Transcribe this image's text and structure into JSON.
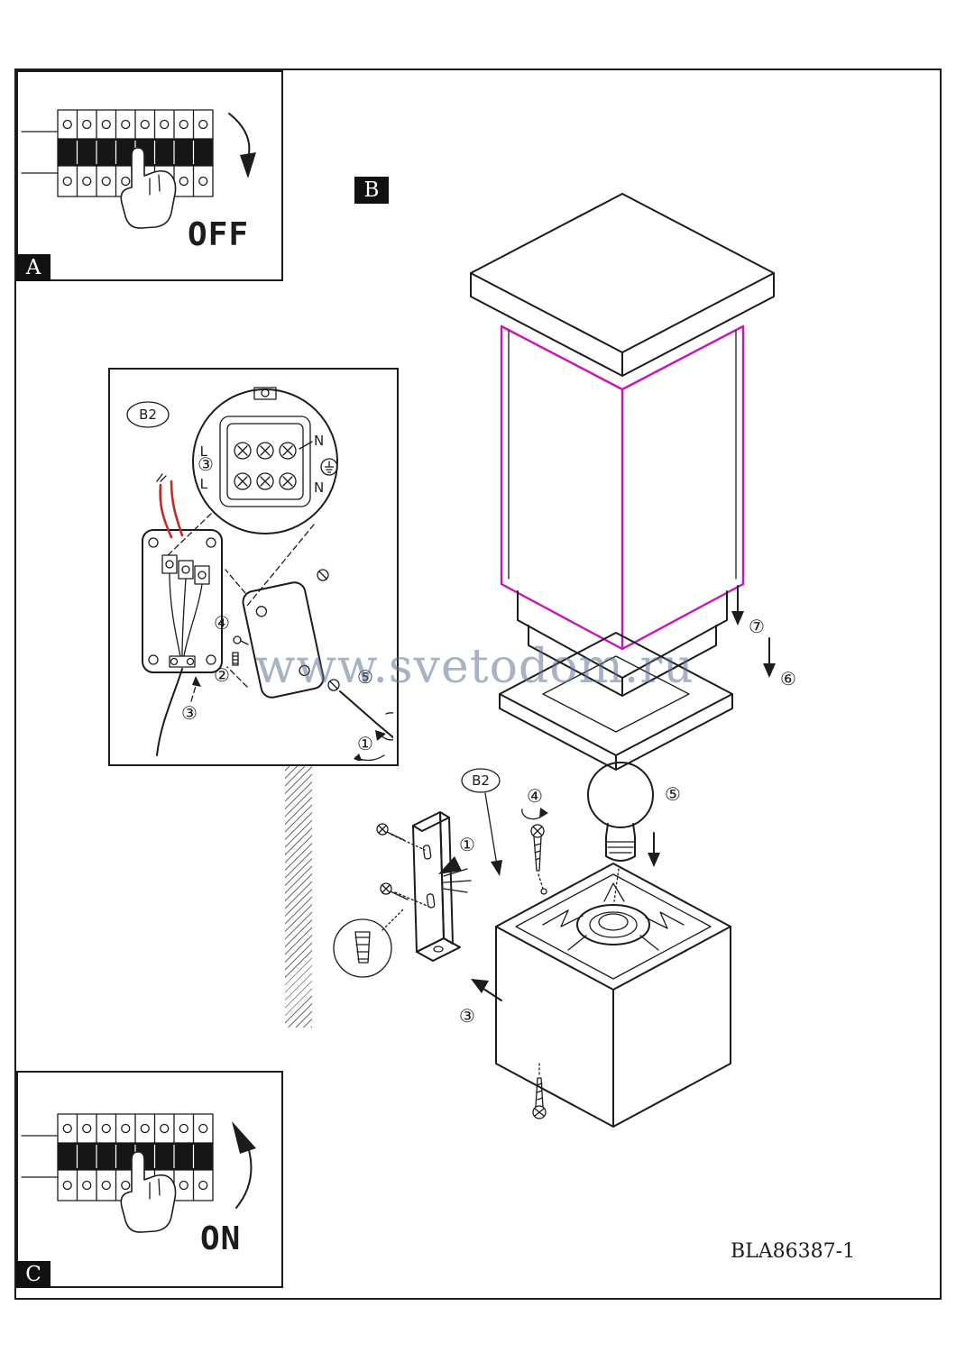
{
  "doc": {
    "watermark": "www.svetodom.ru",
    "part_code": "BLA86387-1"
  },
  "panels": {
    "a": {
      "label": "A",
      "caption": "OFF"
    },
    "b": {
      "label": "B",
      "steps": {
        "s6": "⑥",
        "s7": "⑦"
      }
    },
    "b2": {
      "label": "B2",
      "terminals": {
        "top_left": "L",
        "top_right": "N",
        "bottom_left": "L",
        "bottom_right": "N"
      },
      "steps": {
        "s1": "①",
        "s2": "②",
        "s3": "③",
        "s4": "④",
        "s5": "⑤"
      }
    },
    "assembly": {
      "label": "B2",
      "steps": {
        "s1": "①",
        "s3": "③",
        "s4": "④",
        "s5": "⑤"
      }
    },
    "c": {
      "label": "C",
      "caption": "ON"
    }
  }
}
